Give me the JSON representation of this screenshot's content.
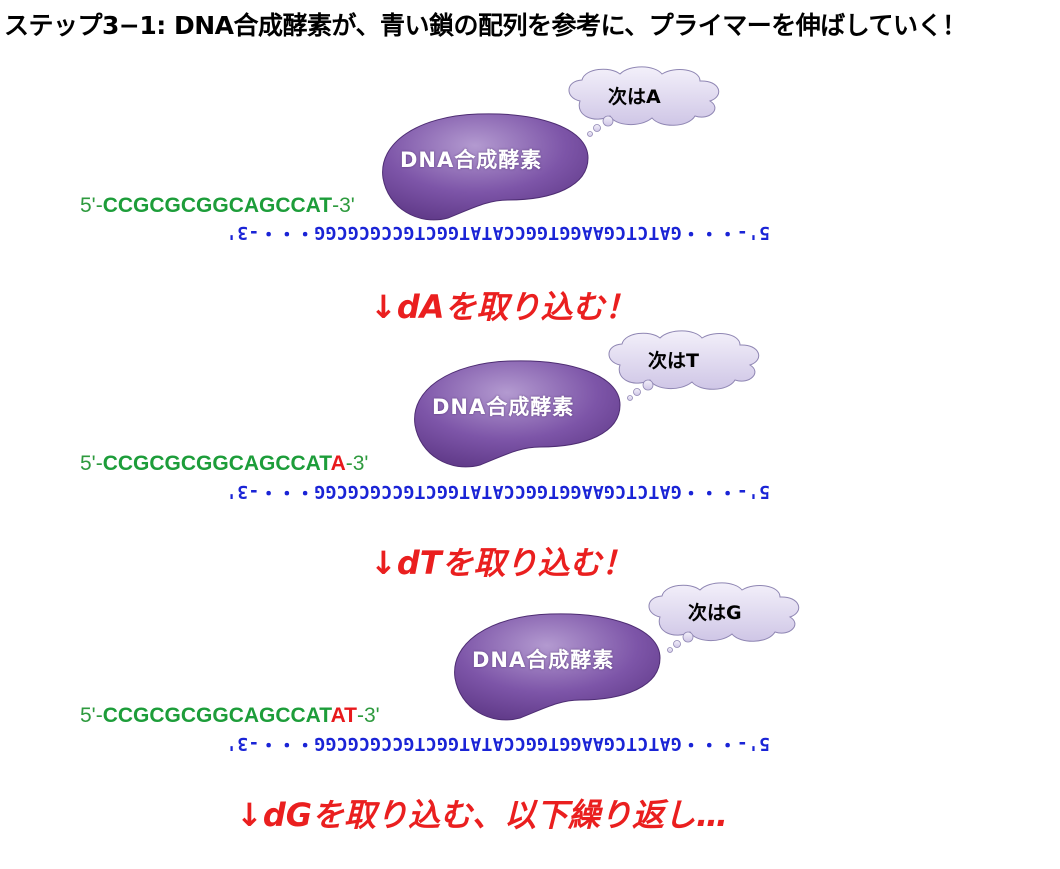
{
  "title": "ステップ3−1: DNA合成酵素が、青い鎖の配列を参考に、プライマーを伸ばしていく！",
  "colors": {
    "enzyme": "#7a4fa3",
    "cloud": "#e0dbf0",
    "primer": "#1d9d3a",
    "added": "#e8191c",
    "template": "#1a24d6",
    "arrow": "#ea1f1f"
  },
  "steps": [
    {
      "enzyme_label": "DNA合成酵素",
      "cloud_label": "次はA",
      "primer_prefix": "5'-",
      "primer_seq": "CCGCGCGGCAGCCAT",
      "primer_added": "",
      "primer_suffix": "-3'",
      "template": "5'-・・・GATCTCGAAGGTGGCCATATGGCTGCCGCGCGG・・・-3'",
      "arrow": "↓dAを取り込む！"
    },
    {
      "enzyme_label": "DNA合成酵素",
      "cloud_label": "次はT",
      "primer_prefix": "5'-",
      "primer_seq": "CCGCGCGGCAGCCAT",
      "primer_added": "A",
      "primer_suffix": "-3'",
      "template": "5'-・・・GATCTCGAAGGTGGCCATATGGCTGCCGCGCGG・・・-3'",
      "arrow": "↓dTを取り込む！"
    },
    {
      "enzyme_label": "DNA合成酵素",
      "cloud_label": "次はG",
      "primer_prefix": "5'-",
      "primer_seq": "CCGCGCGGCAGCCAT",
      "primer_added": "AT",
      "primer_suffix": "-3'",
      "template": "5'-・・・GATCTCGAAGGTGGCCATATGGCTGCCGCGCGG・・・-3'",
      "arrow": "↓dGを取り込む、以下繰り返し…"
    }
  ]
}
